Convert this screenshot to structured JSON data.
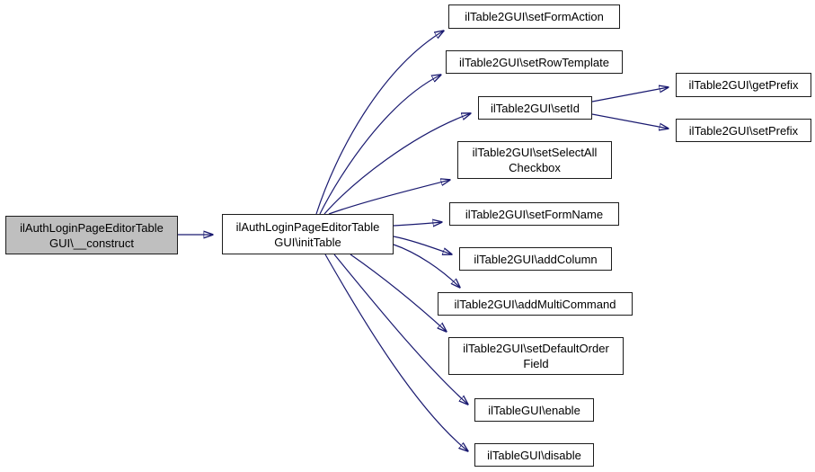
{
  "diagram": {
    "type": "call-graph",
    "colors": {
      "edge": "#1a1a70",
      "node_border": "#1c1c1c",
      "node_background": "#ffffff",
      "focus_node_background": "#bfbfbf",
      "text": "#000000"
    },
    "nodes": [
      {
        "id": "construct",
        "label": "ilAuthLoginPageEditorTableGUI\\__construct",
        "lines": [
          "ilAuthLoginPageEditorTable",
          "GUI\\__construct"
        ],
        "focused": true
      },
      {
        "id": "initTable",
        "label": "ilAuthLoginPageEditorTableGUI\\initTable",
        "lines": [
          "ilAuthLoginPageEditorTable",
          "GUI\\initTable"
        ],
        "focused": false
      },
      {
        "id": "setFormAction",
        "label": "ilTable2GUI\\setFormAction",
        "lines": [
          "ilTable2GUI\\setFormAction"
        ],
        "focused": false
      },
      {
        "id": "setRowTemplate",
        "label": "ilTable2GUI\\setRowTemplate",
        "lines": [
          "ilTable2GUI\\setRowTemplate"
        ],
        "focused": false
      },
      {
        "id": "setId",
        "label": "ilTable2GUI\\setId",
        "lines": [
          "ilTable2GUI\\setId"
        ],
        "focused": false
      },
      {
        "id": "getPrefix",
        "label": "ilTable2GUI\\getPrefix",
        "lines": [
          "ilTable2GUI\\getPrefix"
        ],
        "focused": false
      },
      {
        "id": "setPrefix",
        "label": "ilTable2GUI\\setPrefix",
        "lines": [
          "ilTable2GUI\\setPrefix"
        ],
        "focused": false
      },
      {
        "id": "setSelectAllCheckbox",
        "label": "ilTable2GUI\\setSelectAllCheckbox",
        "lines": [
          "ilTable2GUI\\setSelectAll",
          "Checkbox"
        ],
        "focused": false
      },
      {
        "id": "setFormName",
        "label": "ilTable2GUI\\setFormName",
        "lines": [
          "ilTable2GUI\\setFormName"
        ],
        "focused": false
      },
      {
        "id": "addColumn",
        "label": "ilTable2GUI\\addColumn",
        "lines": [
          "ilTable2GUI\\addColumn"
        ],
        "focused": false
      },
      {
        "id": "addMultiCommand",
        "label": "ilTable2GUI\\addMultiCommand",
        "lines": [
          "ilTable2GUI\\addMultiCommand"
        ],
        "focused": false
      },
      {
        "id": "setDefaultOrderField",
        "label": "ilTable2GUI\\setDefaultOrderField",
        "lines": [
          "ilTable2GUI\\setDefaultOrder",
          "Field"
        ],
        "focused": false
      },
      {
        "id": "enable",
        "label": "ilTableGUI\\enable",
        "lines": [
          "ilTableGUI\\enable"
        ],
        "focused": false
      },
      {
        "id": "disable",
        "label": "ilTableGUI\\disable",
        "lines": [
          "ilTableGUI\\disable"
        ],
        "focused": false
      }
    ],
    "edges": [
      {
        "from": "construct",
        "to": "initTable"
      },
      {
        "from": "initTable",
        "to": "setFormAction"
      },
      {
        "from": "initTable",
        "to": "setRowTemplate"
      },
      {
        "from": "initTable",
        "to": "setId"
      },
      {
        "from": "initTable",
        "to": "setSelectAllCheckbox"
      },
      {
        "from": "initTable",
        "to": "setFormName"
      },
      {
        "from": "initTable",
        "to": "addColumn"
      },
      {
        "from": "initTable",
        "to": "addMultiCommand"
      },
      {
        "from": "initTable",
        "to": "setDefaultOrderField"
      },
      {
        "from": "initTable",
        "to": "enable"
      },
      {
        "from": "initTable",
        "to": "disable"
      },
      {
        "from": "setId",
        "to": "getPrefix"
      },
      {
        "from": "setId",
        "to": "setPrefix"
      }
    ]
  }
}
